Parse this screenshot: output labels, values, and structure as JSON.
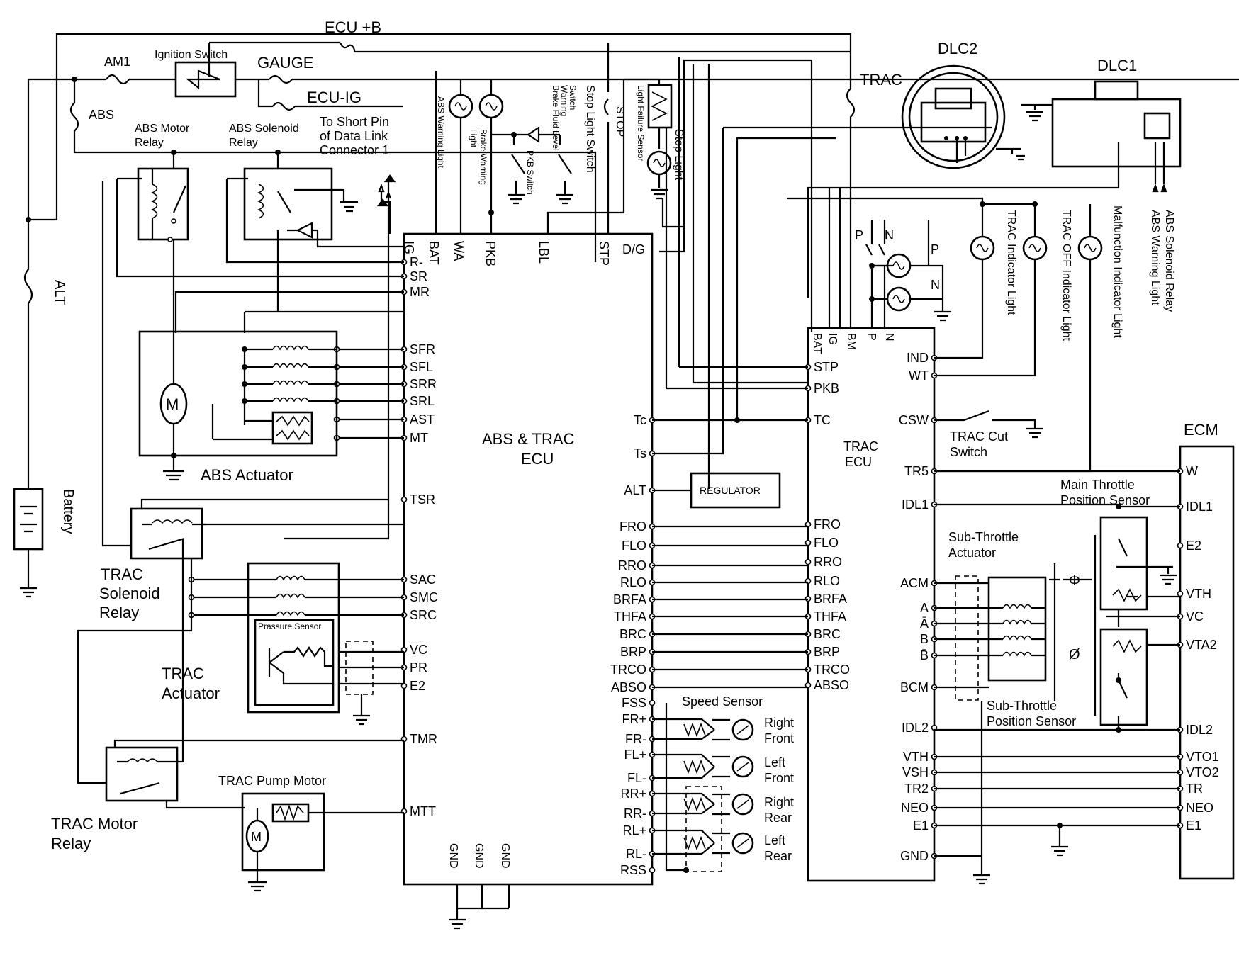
{
  "power": {
    "ecu_b": "ECU +B",
    "am1": "AM1",
    "ignition_switch": "Ignition Switch",
    "gauge": "GAUGE",
    "ecu_ig": "ECU-IG",
    "abs_fuse": "ABS",
    "alt": "ALT",
    "battery": "Battery",
    "trac_fuse": "TRAC"
  },
  "connectors": {
    "dlc2": "DLC2",
    "dlc1": "DLC1",
    "short_pin_1": "To Short Pin",
    "short_pin_2": "of Data Link",
    "short_pin_3": "Connector 1"
  },
  "relays": {
    "abs_motor_1": "ABS Motor",
    "abs_motor_2": "Relay",
    "abs_solenoid_1": "ABS Solenoid",
    "abs_solenoid_2": "Relay",
    "trac_solenoid_1": "TRAC",
    "trac_solenoid_2": "Solenoid",
    "trac_solenoid_3": "Relay",
    "trac_motor_1": "TRAC Motor",
    "trac_motor_2": "Relay"
  },
  "components": {
    "abs_actuator": "ABS Actuator",
    "trac_actuator_1": "TRAC",
    "trac_actuator_2": "Actuator",
    "pressure_sensor": "Prassure Sensor",
    "trac_pump_motor": "TRAC Pump Motor",
    "motor_m": "M",
    "regulator": "REGULATOR",
    "speed_sensor": "Speed Sensor",
    "right_front_1": "Right",
    "right_front_2": "Front",
    "left_front_1": "Left",
    "left_front_2": "Front",
    "right_rear_1": "Right",
    "right_rear_2": "Rear",
    "left_rear_1": "Left",
    "left_rear_2": "Rear",
    "trac_cut_1": "TRAC Cut",
    "trac_cut_2": "Switch",
    "main_throttle_1": "Main Throttle",
    "main_throttle_2": "Position Sensor",
    "sub_throttle_act_1": "Sub-Throttle",
    "sub_throttle_act_2": "Actuator",
    "sub_throttle_pos_1": "Sub-Throttle",
    "sub_throttle_pos_2": "Position Sensor",
    "phi_1": "Φ",
    "phi_2": "Ø",
    "p": "P",
    "n": "N"
  },
  "lights": {
    "abs_warning_1": "ABS Warning Light",
    "brake_warning_1": "Brake Warning",
    "brake_warning_2": "Light",
    "pkb_switch": "PKB Switch",
    "brake_fluid_1": "Brake Fluid Level",
    "brake_fluid_2": "Warning",
    "brake_fluid_3": "Switch",
    "stop_light_switch": "Stop Light Switch",
    "stop": "STOP",
    "light_failure": "Light Failure Sensor",
    "stop_light": "Stop Light",
    "trac_indicator": "TRAC Indicator Light",
    "trac_off_indicator": "TRAC OFF Indicator Light",
    "malfunction_indicator": "Malfunction Indicator Light",
    "abs_solenoid_relay": "ABS Solenoid Relay",
    "abs_warning_light": "ABS Warning Light"
  },
  "abs_ecu": {
    "title_1": "ABS & TRAC",
    "title_2": "ECU",
    "top_pins": [
      "IG",
      "BAT",
      "WA",
      "PKB",
      "LBL",
      "STP"
    ],
    "dg": "D/G",
    "left_pins": [
      "R-",
      "SR",
      "MR",
      "SFR",
      "SFL",
      "SRR",
      "SRL",
      "AST",
      "MT",
      "TSR",
      "SAC",
      "SMC",
      "SRC",
      "VC",
      "PR",
      "E2",
      "TMR",
      "MTT"
    ],
    "bottom_pins": [
      "GND",
      "GND",
      "GND"
    ],
    "right_pins": [
      "Tc",
      "Ts",
      "ALT",
      "FRO",
      "FLO",
      "RRO",
      "RLO",
      "BRFA",
      "THFA",
      "BRC",
      "BRP",
      "TRCO",
      "ABSO",
      "FSS",
      "FR+",
      "FR-",
      "FL+",
      "FL-",
      "RR+",
      "RR-",
      "RL+",
      "RL-",
      "RSS"
    ]
  },
  "trac_ecu": {
    "title_1": "TRAC",
    "title_2": "ECU",
    "top_pins": [
      "BAT",
      "IG",
      "BM",
      "P",
      "N"
    ],
    "left_pins": [
      "STP",
      "PKB",
      "TC",
      "FRO",
      "FLO",
      "RRO",
      "RLO",
      "BRFA",
      "THFA",
      "BRC",
      "BRP",
      "TRCO",
      "ABSO"
    ],
    "right_pins": [
      "IND",
      "WT",
      "CSW",
      "TR5",
      "IDL1",
      "ACM",
      "A",
      "Ā",
      "B",
      "B̄",
      "BCM",
      "IDL2",
      "VTH",
      "VSH",
      "TR2",
      "NEO",
      "E1",
      "GND"
    ]
  },
  "ecm": {
    "title": "ECM",
    "pins": [
      "W",
      "IDL1",
      "E2",
      "VTH",
      "VC",
      "VTA2",
      "IDL2",
      "VTO1",
      "VTO2",
      "TR",
      "NEO",
      "E1"
    ]
  }
}
